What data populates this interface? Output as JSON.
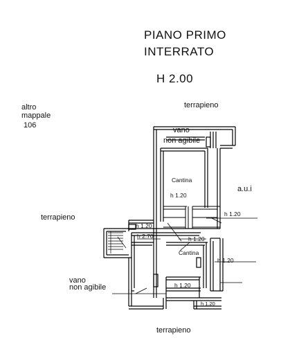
{
  "title": {
    "line1": "PIANO PRIMO",
    "line2": "INTERRATO"
  },
  "height": "H 2.00",
  "labels": {
    "altro_line1": "altro",
    "altro_line2": "mappale",
    "altro_line3": "106",
    "terrapieno_top": "terrapieno",
    "terrapieno_left": "terrapieno",
    "terrapieno_bottom": "terrapieno",
    "aui": "a.u.i",
    "vano_top_line1": "vano",
    "vano_top_line2": "non agibile",
    "vano_left_line1": "vano",
    "vano_left_line2": "non agibile",
    "cantina_upper": "Cantina",
    "cantina_lower": "Cantina"
  },
  "dimensions": {
    "h_120_a": "h 1.20",
    "h_120_b": "h 1.20",
    "h_120_c": "h 1.20",
    "h_270": "h 2.70",
    "h_120_d": "h 1.20",
    "h_120_e": "h 1.20",
    "h_120_f": "h 1.20",
    "h_120_g": "h 1.20"
  }
}
